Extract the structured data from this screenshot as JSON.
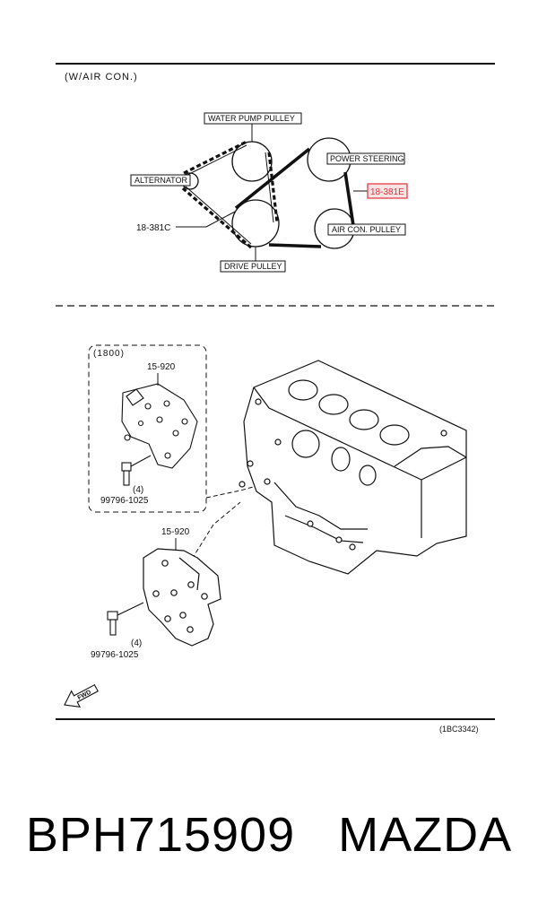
{
  "header": {
    "variant_label": "(W/AIR  CON.)"
  },
  "belt_diagram": {
    "pulleys": {
      "water_pump": "WATER PUMP PULLEY",
      "alternator": "ALTERNATOR",
      "power_steering": "POWER STEERING",
      "air_con": "AIR CON. PULLEY",
      "drive": "DRIVE PULLEY"
    },
    "parts": {
      "belt_alt": "18-381C",
      "belt_ps_ac": "18-381E"
    },
    "highlight_color": "#e0303a"
  },
  "bracket_diagram": {
    "inset_label": "(1800)",
    "bracket_part": "15-920",
    "bolt_part": "99796-1025",
    "bolt_qty": "(4)",
    "fwd_label": "FWD",
    "figure_code": "(1BC3342)"
  },
  "caption": {
    "part_number": "BPH715909",
    "brand": "MAZDA"
  }
}
